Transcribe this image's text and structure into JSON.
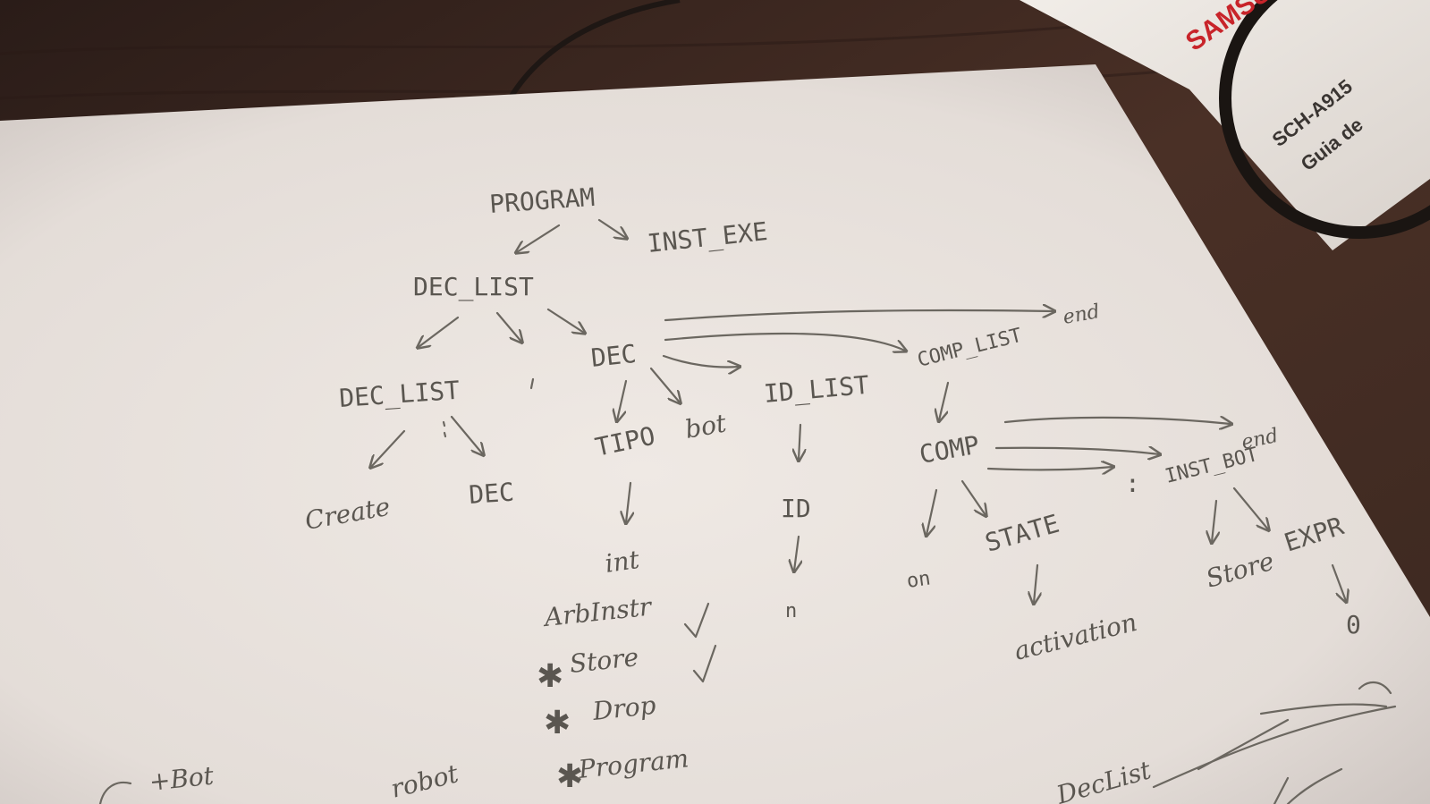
{
  "booklet": {
    "brand": "SAMSU",
    "model": "SCH-A915",
    "subtitle": "Guia de"
  },
  "tree": {
    "root": "PROGRAM",
    "inst_exe": "INST_EXE",
    "dec_list_top": "DEC_LIST",
    "dec_list_left": "DEC_LIST",
    "dec_top": "DEC",
    "end_top": "end",
    "comp_list": "COMP_LIST",
    "id_list": "ID_LIST",
    "tipo": "TIPO",
    "bot": "bot",
    "create": "Create",
    "dec_left": "DEC",
    "id": "ID",
    "comp": "COMP",
    "end_mid": "end",
    "inst_bot": "INST_BOT",
    "colon": ":",
    "int": "int",
    "on": "on",
    "state": "STATE",
    "store_leaf": "Store",
    "expr": "EXPR",
    "n": "n",
    "activation": "activation",
    "zero": "0"
  },
  "notes": {
    "arb_instr": "ArbInstr",
    "store": "Store",
    "drop": "Drop",
    "program": "Program",
    "bottom_left": "+Bot",
    "bottom_robot": "robot",
    "crossed_text": "DecList"
  }
}
